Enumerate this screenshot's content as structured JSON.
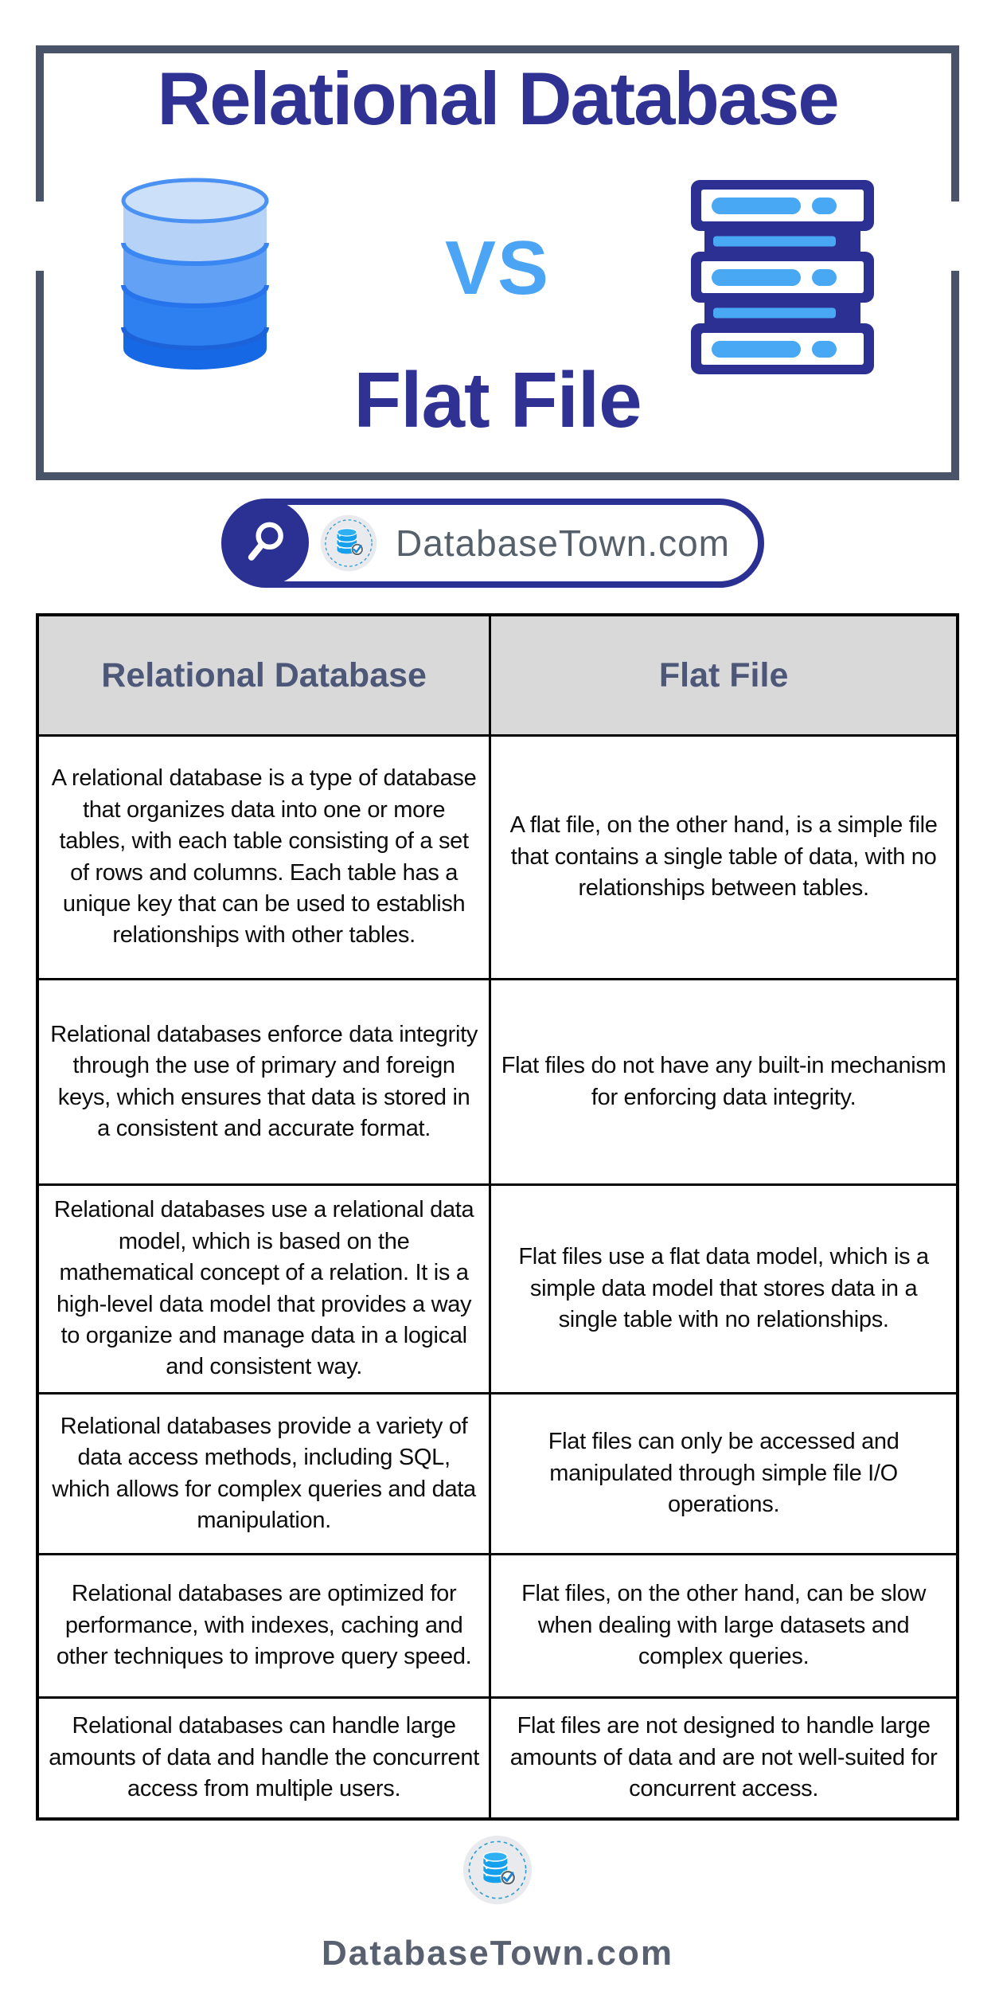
{
  "hero": {
    "title_top": "Relational Database",
    "vs": "VS",
    "title_bottom": "Flat File"
  },
  "badge": {
    "site": "DatabaseTown.com"
  },
  "table": {
    "columns": [
      "Relational Database",
      "Flat File"
    ],
    "rows": [
      {
        "relational": "A relational database is a type of database that organizes data into one or more tables, with each table consisting of a set of rows and columns. Each table has a unique key that can be used to establish relationships with other tables.",
        "flat": "A flat file, on the other hand, is a simple file that contains a single table of data, with no relationships between tables."
      },
      {
        "relational": "Relational databases enforce data integrity through the use of primary and foreign keys, which ensures that data is stored in a consistent and accurate format.",
        "flat": "Flat files do not have any built-in mechanism for enforcing data integrity."
      },
      {
        "relational": "Relational databases use a relational data model, which is based on the mathematical concept of a relation. It is a high-level data model that provides a way to organize and manage data in a logical and consistent way.",
        "flat": "Flat files use a flat data model, which is a simple data model that stores data in a single table with no relationships."
      },
      {
        "relational": "Relational databases provide a variety of data access methods, including SQL, which allows for complex queries and data manipulation.",
        "flat": "Flat files can only be accessed and manipulated through simple file I/O operations."
      },
      {
        "relational": "Relational databases are optimized for performance, with indexes, caching and other techniques to improve query speed.",
        "flat": "Flat files, on the other hand, can be slow when dealing with large datasets and complex queries."
      },
      {
        "relational": "Relational databases can handle large amounts of data and handle the concurrent access from multiple users.",
        "flat": "Flat files are not designed to handle large amounts of data and are not well-suited for concurrent access."
      }
    ]
  },
  "footer": {
    "site": "DatabaseTown.com"
  },
  "icons": {
    "left_hero": "database-cylinder",
    "right_hero": "server-stack",
    "badge_left": "magnifier",
    "logo": "database-check-logo"
  },
  "colors": {
    "title_indigo": "#2f3292",
    "vs_blue": "#4ca5f4",
    "frame_slate": "#4a5468",
    "badge_navy": "#2b3093",
    "header_bg": "#d9d9d9",
    "header_text": "#4d5878",
    "logo_blue": "#14a0ec"
  }
}
